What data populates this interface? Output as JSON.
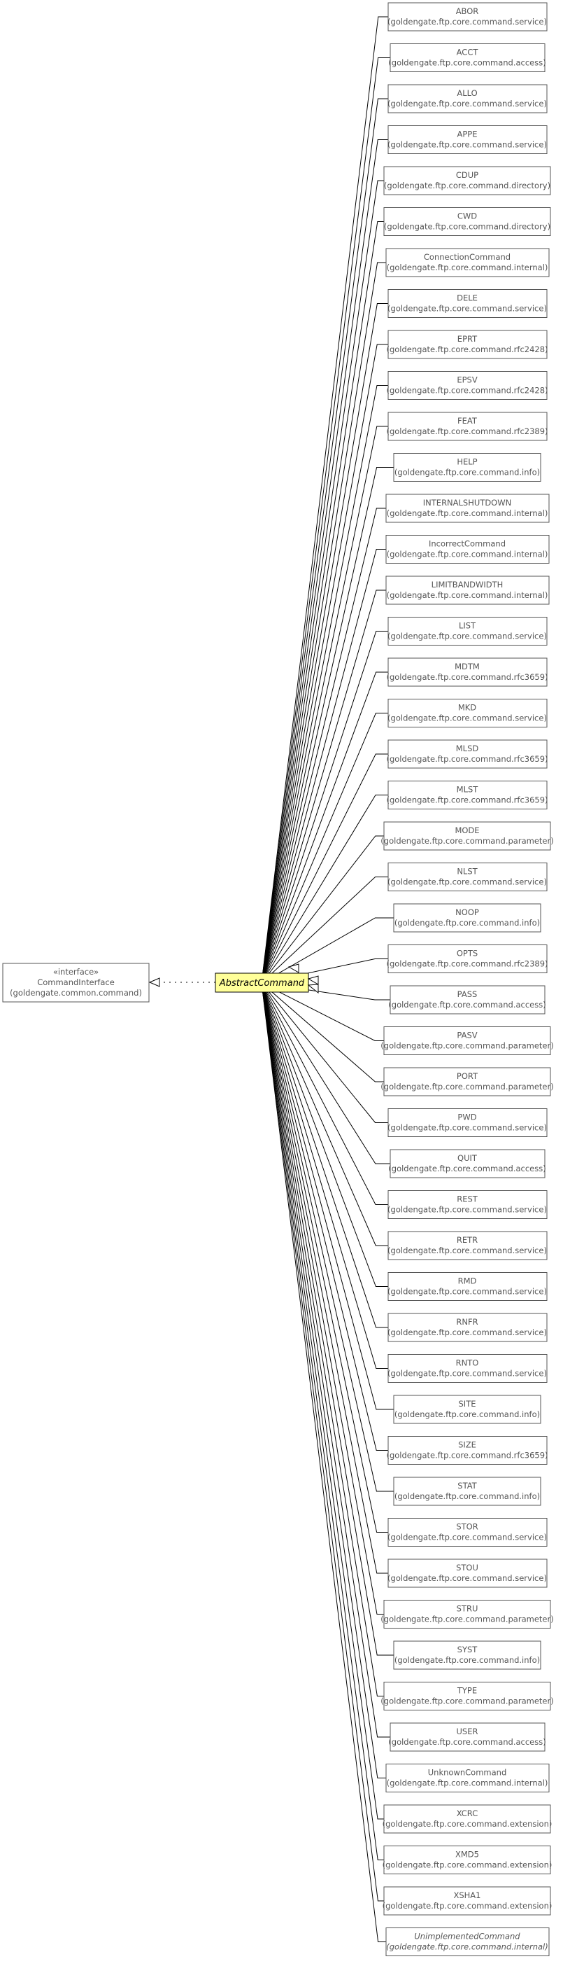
{
  "interface_box": {
    "stereotype": "«interface»",
    "name": "CommandInterface",
    "package": "(goldengate.common.command)"
  },
  "center_class": {
    "name": "AbstractCommand"
  },
  "subclasses": [
    {
      "name": "ABOR",
      "package": "(goldengate.ftp.core.command.service)"
    },
    {
      "name": "ACCT",
      "package": "(goldengate.ftp.core.command.access)"
    },
    {
      "name": "ALLO",
      "package": "(goldengate.ftp.core.command.service)"
    },
    {
      "name": "APPE",
      "package": "(goldengate.ftp.core.command.service)"
    },
    {
      "name": "CDUP",
      "package": "(goldengate.ftp.core.command.directory)"
    },
    {
      "name": "CWD",
      "package": "(goldengate.ftp.core.command.directory)"
    },
    {
      "name": "ConnectionCommand",
      "package": "(goldengate.ftp.core.command.internal)"
    },
    {
      "name": "DELE",
      "package": "(goldengate.ftp.core.command.service)"
    },
    {
      "name": "EPRT",
      "package": "(goldengate.ftp.core.command.rfc2428)"
    },
    {
      "name": "EPSV",
      "package": "(goldengate.ftp.core.command.rfc2428)"
    },
    {
      "name": "FEAT",
      "package": "(goldengate.ftp.core.command.rfc2389)"
    },
    {
      "name": "HELP",
      "package": "(goldengate.ftp.core.command.info)"
    },
    {
      "name": "INTERNALSHUTDOWN",
      "package": "(goldengate.ftp.core.command.internal)"
    },
    {
      "name": "IncorrectCommand",
      "package": "(goldengate.ftp.core.command.internal)"
    },
    {
      "name": "LIMITBANDWIDTH",
      "package": "(goldengate.ftp.core.command.internal)"
    },
    {
      "name": "LIST",
      "package": "(goldengate.ftp.core.command.service)"
    },
    {
      "name": "MDTM",
      "package": "(goldengate.ftp.core.command.rfc3659)"
    },
    {
      "name": "MKD",
      "package": "(goldengate.ftp.core.command.service)"
    },
    {
      "name": "MLSD",
      "package": "(goldengate.ftp.core.command.rfc3659)"
    },
    {
      "name": "MLST",
      "package": "(goldengate.ftp.core.command.rfc3659)"
    },
    {
      "name": "MODE",
      "package": "(goldengate.ftp.core.command.parameter)"
    },
    {
      "name": "NLST",
      "package": "(goldengate.ftp.core.command.service)"
    },
    {
      "name": "NOOP",
      "package": "(goldengate.ftp.core.command.info)"
    },
    {
      "name": "OPTS",
      "package": "(goldengate.ftp.core.command.rfc2389)"
    },
    {
      "name": "PASS",
      "package": "(goldengate.ftp.core.command.access)"
    },
    {
      "name": "PASV",
      "package": "(goldengate.ftp.core.command.parameter)"
    },
    {
      "name": "PORT",
      "package": "(goldengate.ftp.core.command.parameter)"
    },
    {
      "name": "PWD",
      "package": "(goldengate.ftp.core.command.service)"
    },
    {
      "name": "QUIT",
      "package": "(goldengate.ftp.core.command.access)"
    },
    {
      "name": "REST",
      "package": "(goldengate.ftp.core.command.service)"
    },
    {
      "name": "RETR",
      "package": "(goldengate.ftp.core.command.service)"
    },
    {
      "name": "RMD",
      "package": "(goldengate.ftp.core.command.service)"
    },
    {
      "name": "RNFR",
      "package": "(goldengate.ftp.core.command.service)"
    },
    {
      "name": "RNTO",
      "package": "(goldengate.ftp.core.command.service)"
    },
    {
      "name": "SITE",
      "package": "(goldengate.ftp.core.command.info)"
    },
    {
      "name": "SIZE",
      "package": "(goldengate.ftp.core.command.rfc3659)"
    },
    {
      "name": "STAT",
      "package": "(goldengate.ftp.core.command.info)"
    },
    {
      "name": "STOR",
      "package": "(goldengate.ftp.core.command.service)"
    },
    {
      "name": "STOU",
      "package": "(goldengate.ftp.core.command.service)"
    },
    {
      "name": "STRU",
      "package": "(goldengate.ftp.core.command.parameter)"
    },
    {
      "name": "SYST",
      "package": "(goldengate.ftp.core.command.info)"
    },
    {
      "name": "TYPE",
      "package": "(goldengate.ftp.core.command.parameter)"
    },
    {
      "name": "USER",
      "package": "(goldengate.ftp.core.command.access)"
    },
    {
      "name": "UnknownCommand",
      "package": "(goldengate.ftp.core.command.internal)"
    },
    {
      "name": "XCRC",
      "package": "(goldengate.ftp.core.command.extension)"
    },
    {
      "name": "XMD5",
      "package": "(goldengate.ftp.core.command.extension)"
    },
    {
      "name": "XSHA1",
      "package": "(goldengate.ftp.core.command.extension)"
    },
    {
      "name": "UnimplementedCommand",
      "package": "(goldengate.ftp.core.command.internal)",
      "italic": true
    }
  ]
}
